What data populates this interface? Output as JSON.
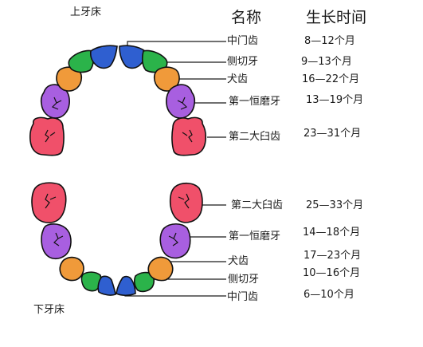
{
  "upper_jaw_label": "上牙床",
  "lower_jaw_label": "下牙床",
  "header": {
    "name": "名称",
    "time": "生长时间"
  },
  "colors": {
    "central_incisor": "#2f5fd0",
    "lateral_incisor": "#2bb34a",
    "canine": "#f09a3a",
    "first_molar": "#a85fe0",
    "second_molar": "#f0506a",
    "outline": "#111111",
    "leader_line": "#1a1a1a"
  },
  "upper": [
    {
      "name": "中门齿",
      "time": "8—12个月"
    },
    {
      "name": "侧切牙",
      "time": "9—13个月"
    },
    {
      "name": "犬齿",
      "time": "16—22个月"
    },
    {
      "name": "第一恒磨牙",
      "time": "13—19个月"
    },
    {
      "name": "第二大臼齿",
      "time": "23—31个月"
    }
  ],
  "lower": [
    {
      "name": "第二大臼齿",
      "time": "25—33个月"
    },
    {
      "name": "第一恒磨牙",
      "time": "14—18个月"
    },
    {
      "name": "犬齿",
      "time": "17—23个月"
    },
    {
      "name": "侧切牙",
      "time": "10—16个月"
    },
    {
      "name": "中门齿",
      "time": "6—10个月"
    }
  ]
}
